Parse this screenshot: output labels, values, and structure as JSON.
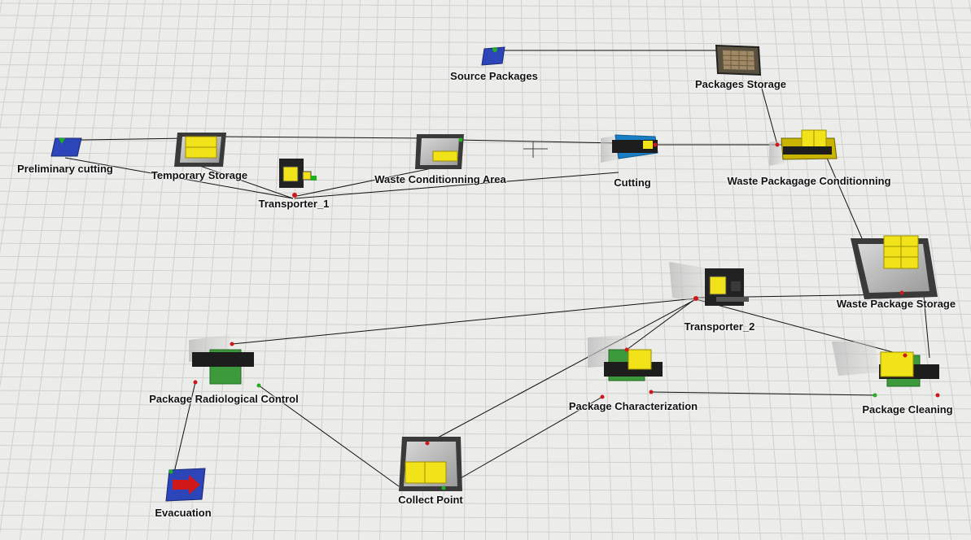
{
  "view": {
    "background": "#ececea",
    "grid_color": "#d0d0cc"
  },
  "objects": {
    "source_packages": {
      "label": "Source Packages",
      "icon": "source-icon"
    },
    "packages_storage": {
      "label": "Packages Storage",
      "icon": "rack-icon"
    },
    "preliminary_cutting": {
      "label": "Preliminary cutting",
      "icon": "source-icon"
    },
    "temporary_storage": {
      "label": "Temporary Storage",
      "icon": "queue-icon"
    },
    "transporter_1": {
      "label": "Transporter_1",
      "icon": "forklift-icon"
    },
    "waste_conditioning_area": {
      "label": "Waste Conditionning Area",
      "icon": "queue-icon"
    },
    "cutting": {
      "label": "Cutting",
      "icon": "processor-icon"
    },
    "waste_package_conditioning": {
      "label": "Waste Packagage Conditionning",
      "icon": "processor-icon"
    },
    "waste_package_storage": {
      "label": "Waste Package Storage",
      "icon": "queue-icon"
    },
    "transporter_2": {
      "label": "Transporter_2",
      "icon": "forklift-icon"
    },
    "package_radiological_control": {
      "label": "Package Radiological Control",
      "icon": "conveyor-processor-icon"
    },
    "package_characterization": {
      "label": "Package Characterization",
      "icon": "conveyor-processor-icon"
    },
    "package_cleaning": {
      "label": "Package Cleaning",
      "icon": "conveyor-processor-icon"
    },
    "collect_point": {
      "label": "Collect Point",
      "icon": "queue-icon"
    },
    "evacuation": {
      "label": "Evacuation",
      "icon": "sink-icon"
    }
  },
  "colors": {
    "source_blue": "#2c45b8",
    "item_yellow": "#f2e21a",
    "queue_dark": "#3a3a3a",
    "machine_green": "#3c9a3a",
    "conveyor_black": "#1d1d1d",
    "cutting_blue": "#1a7ec4",
    "port_red": "#d01818",
    "port_green": "#20b020"
  }
}
